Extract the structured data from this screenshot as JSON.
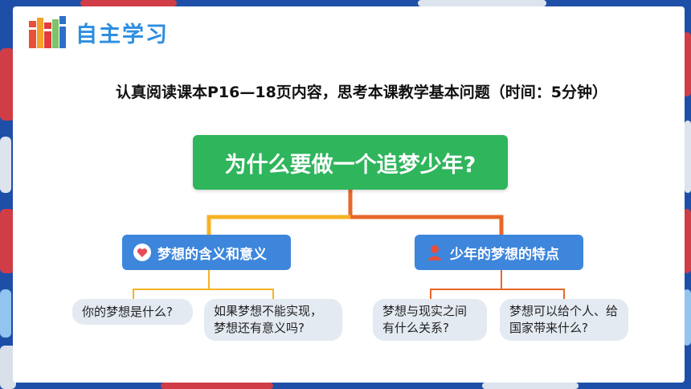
{
  "header": {
    "title": "自主学习",
    "icon": "books-icon"
  },
  "instruction": "认真阅读课本P16—18页内容，思考本课教学基本问题（时间：5分钟）",
  "main_question": "为什么要做一个追梦少年?",
  "categories": [
    {
      "label": "梦想的含义和意义",
      "icon": "heart-icon",
      "questions": [
        "你的梦想是什么?",
        "如果梦想不能实现，梦想还有意义吗?"
      ]
    },
    {
      "label": "少年的梦想的特点",
      "icon": "person-icon",
      "questions": [
        "梦想与现实之间有什么关系?",
        "梦想可以给个人、给国家带来什么?"
      ]
    }
  ],
  "colors": {
    "main_box": "#2fb55c",
    "category": "#3d86dc",
    "left_connector": "#f5b224",
    "right_connector": "#e8672a",
    "header_text": "#2d8ee0",
    "question_bg": "#e4eaf2"
  }
}
